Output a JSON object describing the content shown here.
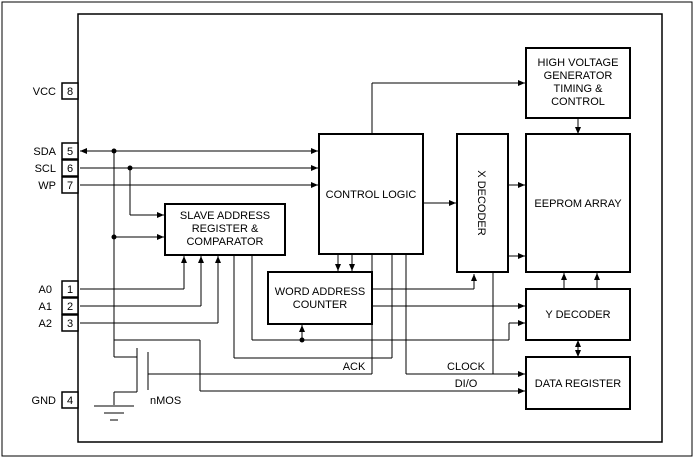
{
  "pins": [
    {
      "name": "VCC",
      "num": "8"
    },
    {
      "name": "SDA",
      "num": "5"
    },
    {
      "name": "SCL",
      "num": "6"
    },
    {
      "name": "WP",
      "num": "7"
    },
    {
      "name": "A0",
      "num": "1"
    },
    {
      "name": "A1",
      "num": "2"
    },
    {
      "name": "A2",
      "num": "3"
    },
    {
      "name": "GND",
      "num": "4"
    }
  ],
  "blocks": {
    "hv_generator": [
      "HIGH VOLTAGE",
      "GENERATOR",
      "TIMING &",
      "CONTROL"
    ],
    "slave_address": [
      "SLAVE ADDRESS",
      "REGISTER &",
      "COMPARATOR"
    ],
    "control_logic": "CONTROL LOGIC",
    "x_decoder": "X DECODER",
    "eeprom_array": "EEPROM ARRAY",
    "word_address": [
      "WORD ADDRESS",
      "COUNTER"
    ],
    "y_decoder": "Y DECODER",
    "data_register": "DATA REGISTER"
  },
  "signals": {
    "ack": "ACK",
    "clock": "CLOCK",
    "dio": "DI/O",
    "nmos": "nMOS"
  }
}
